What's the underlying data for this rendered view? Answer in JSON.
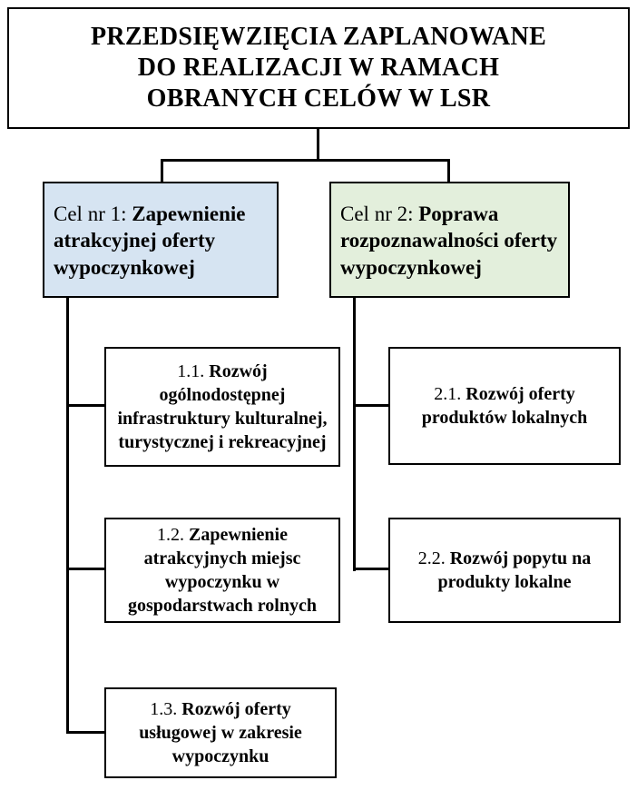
{
  "title": {
    "lines": [
      "PRZEDSIĘWZIĘCIA ZAPLANOWANE",
      "DO REALIZACJI W RAMACH",
      "OBRANYCH CELÓW W LSR"
    ]
  },
  "goals": {
    "cel1": {
      "prefix": "Cel nr 1: ",
      "label": "Zapewnienie atrakcyjnej oferty wypoczynkowej",
      "color": "#d6e4f2"
    },
    "cel2": {
      "prefix": "Cel nr 2: ",
      "label": "Poprawa rozpoznawalności oferty wypoczynkowej",
      "color": "#e3efdc"
    }
  },
  "projects": {
    "p11": {
      "prefix": "1.1. ",
      "label": "Rozwój ogólnodostępnej infrastruktury kulturalnej, turystycznej i rekreacyjnej"
    },
    "p12": {
      "prefix": "1.2. ",
      "label": "Zapewnienie atrakcyjnych miejsc wypoczynku w gospodarstwach rolnych"
    },
    "p13": {
      "prefix": "1.3. ",
      "label": "Rozwój oferty usługowej w zakresie wypoczynku"
    },
    "p21": {
      "prefix": "2.1. ",
      "label": "Rozwój oferty produktów lokalnych"
    },
    "p22": {
      "prefix": "2.2. ",
      "label": "Rozwój popytu na produkty lokalne"
    }
  },
  "colors": {
    "goal1_background": "#d6e4f2",
    "goal2_background": "#e3efdc",
    "box_border": "#000000",
    "page_background": "#ffffff"
  }
}
